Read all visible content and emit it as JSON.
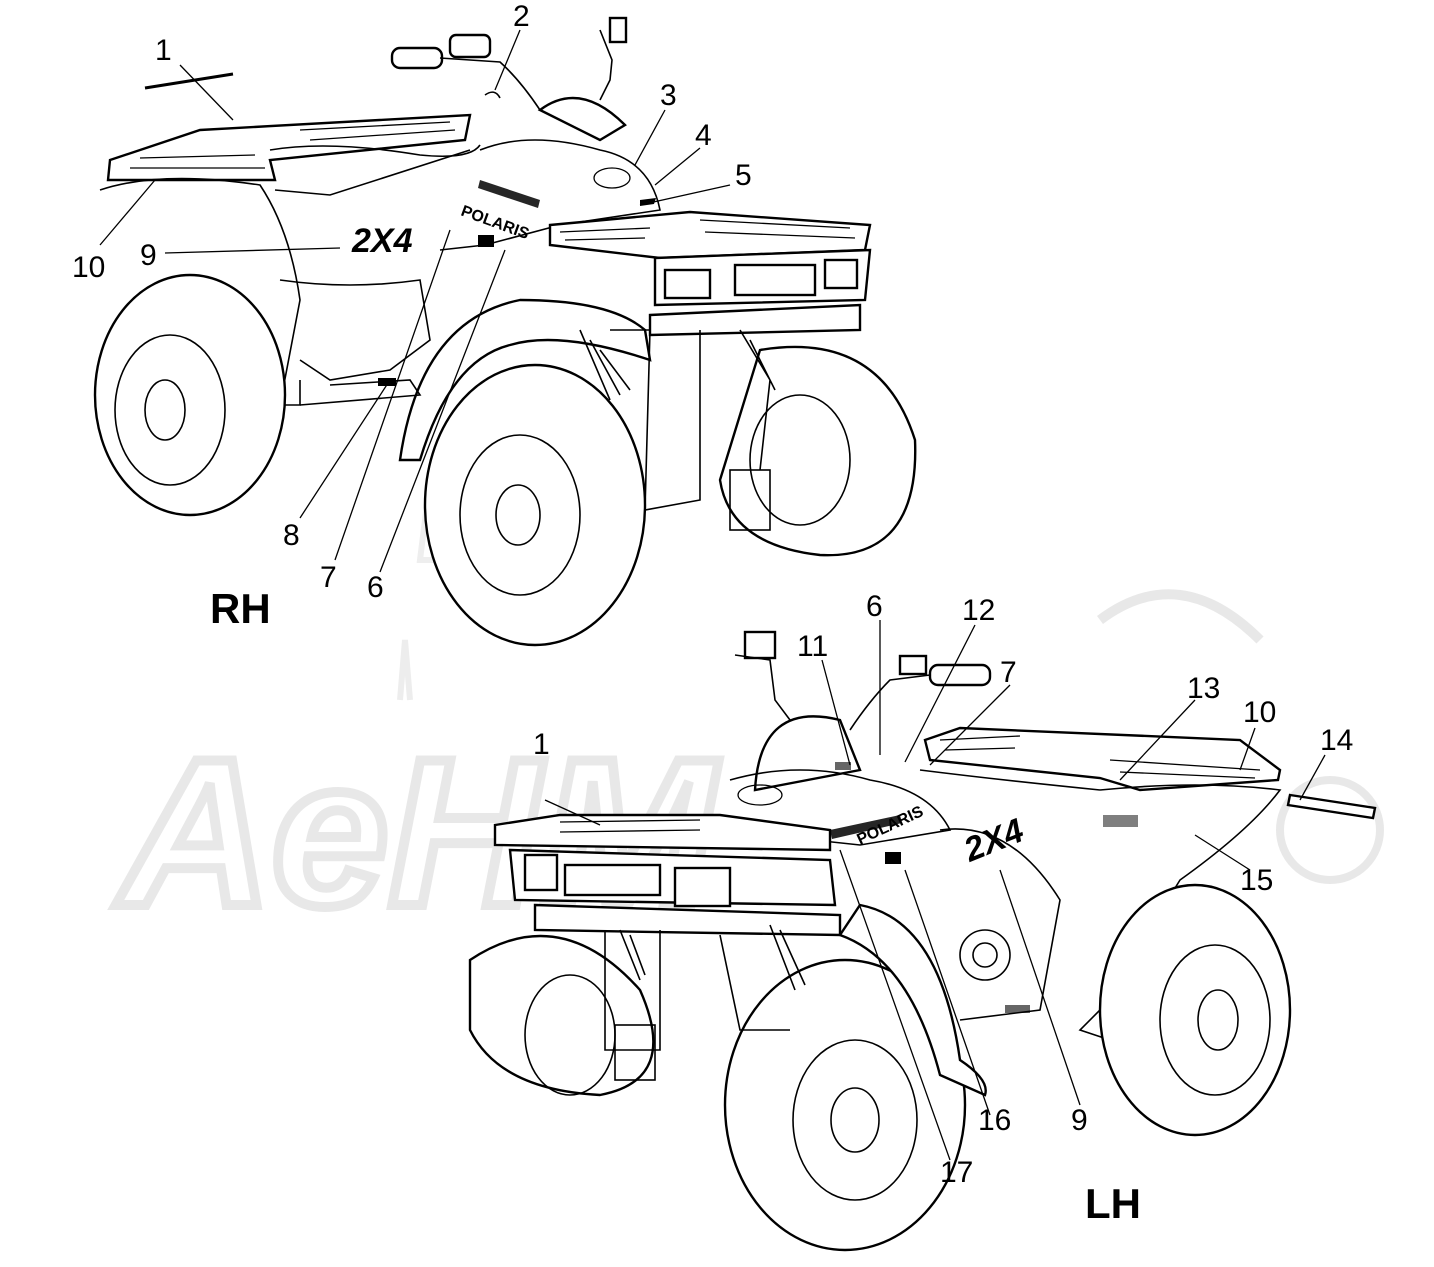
{
  "diagram": {
    "views": [
      {
        "id": "rh",
        "label": "RH"
      },
      {
        "id": "lh",
        "label": "LH"
      }
    ],
    "callouts_rh": [
      "1",
      "2",
      "3",
      "4",
      "5",
      "6",
      "7",
      "8",
      "9",
      "10"
    ],
    "callouts_lh": [
      "1",
      "6",
      "7",
      "9",
      "10",
      "11",
      "12",
      "13",
      "14",
      "15",
      "16",
      "17"
    ],
    "decal_text": {
      "brand": "POLARIS",
      "drive": "2X4"
    },
    "watermark": {
      "text": "AeHM",
      "color": "#e6e6e6"
    }
  }
}
